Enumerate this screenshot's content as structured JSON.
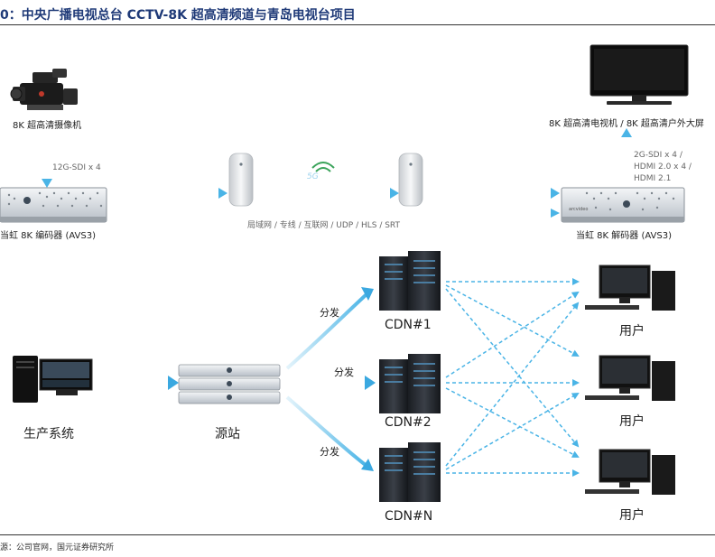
{
  "title": "0：中央广播电视总台 CCTV-8K 超高清频道与青岛电视台项目",
  "source": "源：公司官网，国元证券研究所",
  "top_flow": {
    "camera_label": "8K 超高清摄像机",
    "sdi_label": "12G-SDI x 4",
    "encoder_label": "当虹 8K 编码器 (AVS3)",
    "network_label": "局域网 / 专线 / 互联网 / UDP / HLS / SRT",
    "g5_label": "5G",
    "decoder_label": "当虹 8K 解码器 (AVS3)",
    "output_line1": "2G-SDI x 4 /",
    "output_line2": "HDMI 2.0 x 4 /",
    "output_line3": "HDMI 2.1",
    "display_label": "8K 超高清电视机 / 8K 超高清户外大屏"
  },
  "bottom_flow": {
    "production_label": "生产系统",
    "origin_label": "源站",
    "distribute_labels": [
      "分发",
      "分发",
      "分发"
    ],
    "cdn_labels": [
      "CDN#1",
      "CDN#2",
      "CDN#N"
    ],
    "user_labels": [
      "用户",
      "用户",
      "用户"
    ]
  },
  "colors": {
    "arrow": "#4ab4e6",
    "arrow_light": "#bfe4f6",
    "title": "#1f3a78"
  }
}
